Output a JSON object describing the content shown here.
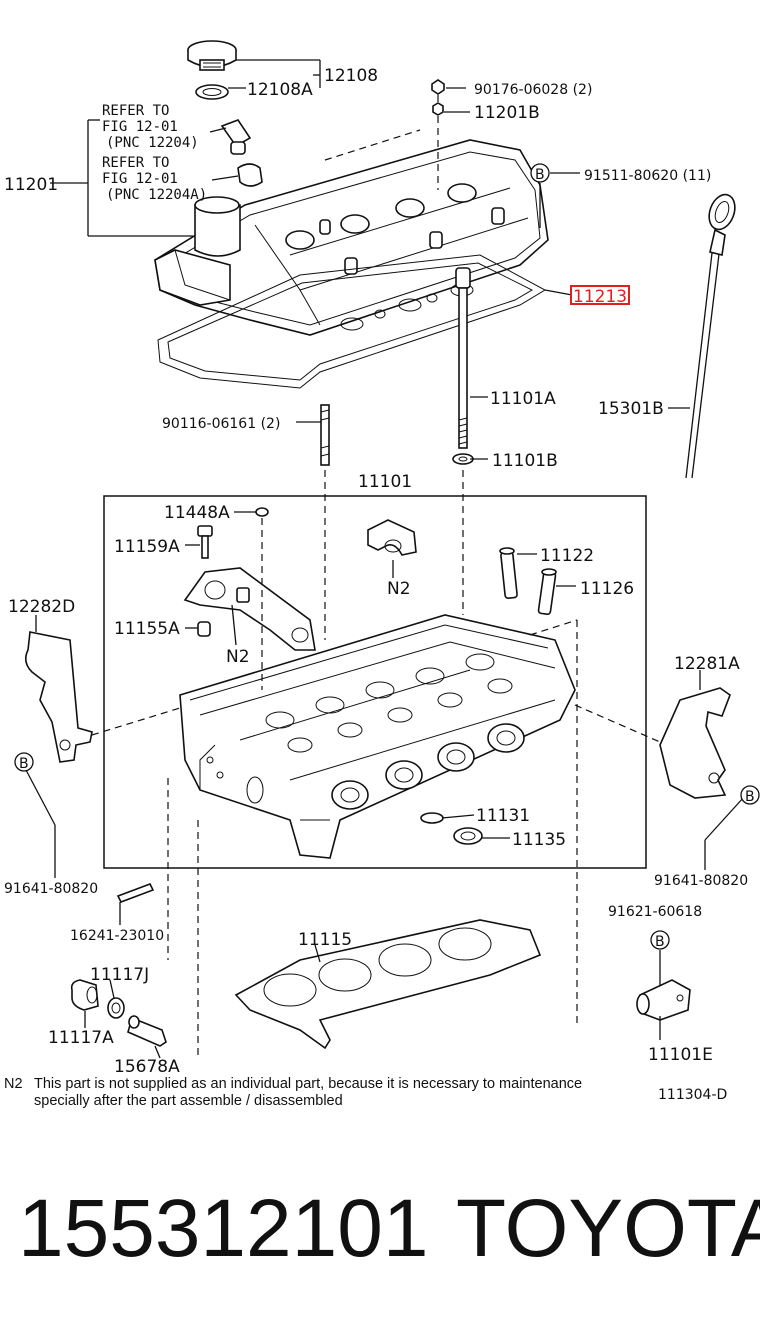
{
  "labels": {
    "p12108": "12108",
    "p12108A": "12108A",
    "p90176": "90176-06028 (2)",
    "p11201B": "11201B",
    "p11201": "11201",
    "p91511": "91511-80620 (11)",
    "p11213": "11213",
    "p11101A": "11101A",
    "p15301B": "15301B",
    "p90116": "90116-06161 (2)",
    "p11101B": "11101B",
    "p11101": "11101",
    "p11448A": "11448A",
    "p11159A": "11159A",
    "p11122": "11122",
    "p11126": "11126",
    "p12282D": "12282D",
    "p11155A": "11155A",
    "n2a": "N2",
    "n2b": "N2",
    "p12281A": "12281A",
    "p11131": "11131",
    "p11135": "11135",
    "p91641a": "91641-80820",
    "p91641b": "91641-80820",
    "p16241": "16241-23010",
    "p91621": "91621-60618",
    "p11115": "11115",
    "p11117J": "11117J",
    "p11117A": "11117A",
    "p15678A": "15678A",
    "p11101E": "11101E",
    "b1": "B",
    "b2": "B",
    "b3": "B",
    "b4": "B"
  },
  "refs": {
    "ref1_line1": "REFER TO",
    "ref1_line2": "FIG 12-01",
    "ref1_line3": "(PNC 12204)",
    "ref2_line1": "REFER TO",
    "ref2_line2": "FIG 12-01",
    "ref2_line3": "(PNC 12204A)"
  },
  "footnote": {
    "code": "N2",
    "line1": "This part is not supplied as an individual part, because it is necessary to maintenance",
    "line2": "specially after the part assemble / disassembled",
    "figure_id": "111304-D"
  },
  "caption": {
    "part_number": "155312101",
    "brand": "TOYOTA"
  },
  "colors": {
    "highlight": "#e02020",
    "ink": "#111111",
    "background": "#ffffff"
  }
}
